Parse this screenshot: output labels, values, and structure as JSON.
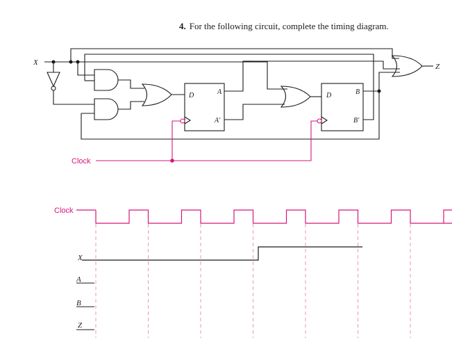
{
  "question": {
    "number": "4.",
    "text": "For the following circuit, complete the timing diagram."
  },
  "circuit": {
    "input_label": "X",
    "output_label": "Z",
    "clock_label": "Clock",
    "ff_a": {
      "d_label": "D",
      "q_label": "A",
      "qn_label": "A'"
    },
    "ff_b": {
      "d_label": "D",
      "q_label": "B",
      "qn_label": "B'"
    }
  },
  "timing": {
    "clock_label": "Clock",
    "signals": [
      {
        "label": "X"
      },
      {
        "label": "A"
      },
      {
        "label": "B"
      },
      {
        "label": "Z"
      }
    ],
    "clock_pulses": 7,
    "x_waveform": {
      "initial": 0,
      "rises_at_pulse": 4
    }
  },
  "colors": {
    "wire": "#1a1a1a",
    "clock": "#d6157a",
    "guide": "#e88cb8"
  }
}
